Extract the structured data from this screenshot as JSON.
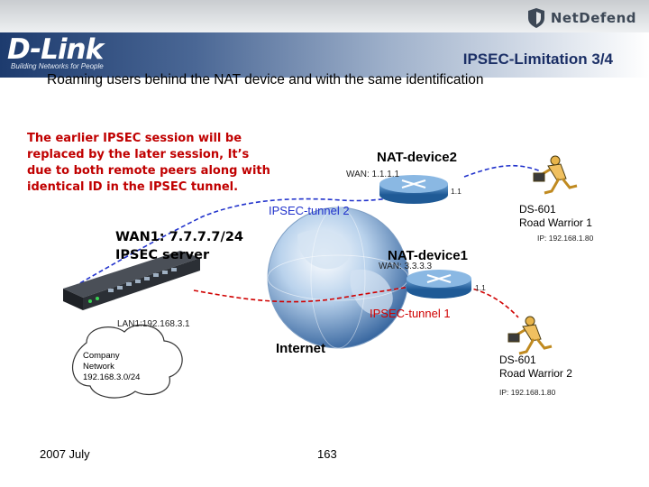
{
  "brand": {
    "logo_text": "D-Link",
    "tagline": "Building Networks for People",
    "netdefend": "NetDefend"
  },
  "title": "IPSEC-Limitation 3/4",
  "subtitle": "Roaming users behind the NAT device and with the same identification",
  "note_lines": [
    "The earlier IPSEC session will be",
    "replaced by the later session, It’s",
    "due to both remote peers along with",
    "identical ID in the IPSEC tunnel."
  ],
  "nat2": {
    "name": "NAT-device2",
    "wan": "WAN: 1.1.1.1",
    "lan": "1.1"
  },
  "nat1": {
    "name": "NAT-device1",
    "wan": "WAN: 3.3.3.3",
    "lan": "1.1"
  },
  "tunnels": {
    "tunnel2": "IPSEC-tunnel 2",
    "tunnel1": "IPSEC-tunnel 1"
  },
  "server": {
    "wan": "WAN1: 7.7.7.7/24",
    "role": "IPSEC server",
    "lan": "LAN1:192.168.3.1"
  },
  "company": {
    "line1": "Company",
    "line2": "Network",
    "line3": "192.168.3.0/24"
  },
  "internet": "Internet",
  "rw1": {
    "line1": "DS-601",
    "line2": "Road Warrior 1",
    "ip": "IP: 192.168.1.80"
  },
  "rw2": {
    "line1": "DS-601",
    "line2": "Road Warrior 2",
    "ip": "IP: 192.168.1.80"
  },
  "footer": {
    "date": "2007 July",
    "page": "163"
  },
  "colors": {
    "tunnel2": "#2233cc",
    "tunnel1": "#d00000",
    "title": "#1b2f66",
    "note": "#c00000"
  },
  "icons": [
    "netdefend-shield-icon",
    "router-icon",
    "globe-icon",
    "firewall-appliance-icon",
    "cloud-icon",
    "running-user-icon"
  ]
}
